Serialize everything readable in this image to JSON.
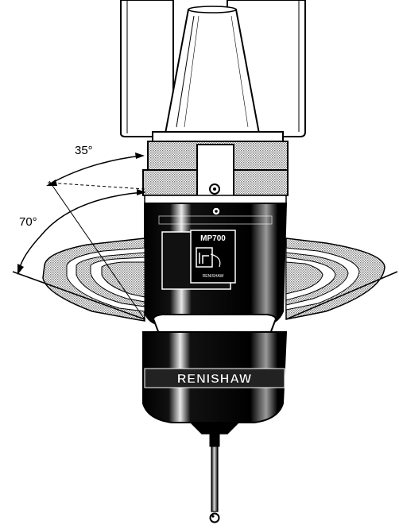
{
  "annotations": {
    "angle_upper": "35°",
    "angle_lower": "70°"
  },
  "product": {
    "model_label": "MP700",
    "badge_small_text": "RENISHAW",
    "brand_band_text": "RENISHAW"
  },
  "colors": {
    "ink": "#000000",
    "paper": "#ffffff",
    "hatch_gray": "#8a8a8a",
    "body_black": "#0a0a0a"
  }
}
